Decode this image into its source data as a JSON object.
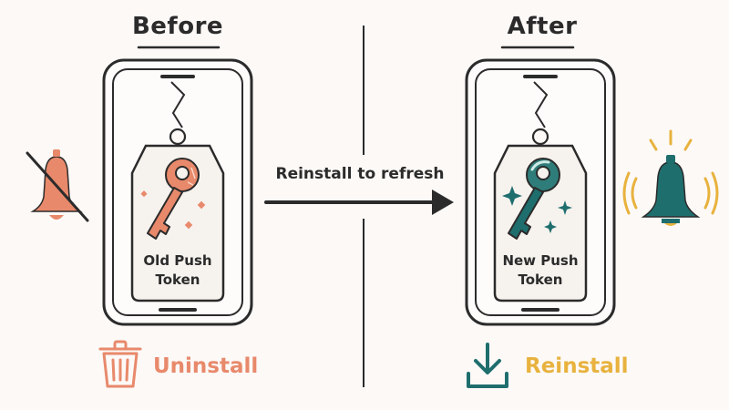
{
  "before": {
    "heading": "Before",
    "tag_line1": "Old Push",
    "tag_line2": "Token",
    "action_label": "Uninstall"
  },
  "after": {
    "heading": "After",
    "tag_line1": "New Push",
    "tag_line2": "Token",
    "action_label": "Reinstall"
  },
  "transition": {
    "label": "Reinstall to refresh"
  },
  "icons": {
    "muted_bell": "bell-off-icon",
    "ringing_bell": "bell-ringing-icon",
    "old_key": "key-icon",
    "new_key": "key-icon",
    "uninstall": "trash-icon",
    "reinstall": "download-icon"
  },
  "colors": {
    "ink": "#2b2b2b",
    "orange": "#e8896b",
    "teal": "#1f6e6e",
    "yellow": "#e8b23e",
    "background": "#fcf9f7"
  }
}
